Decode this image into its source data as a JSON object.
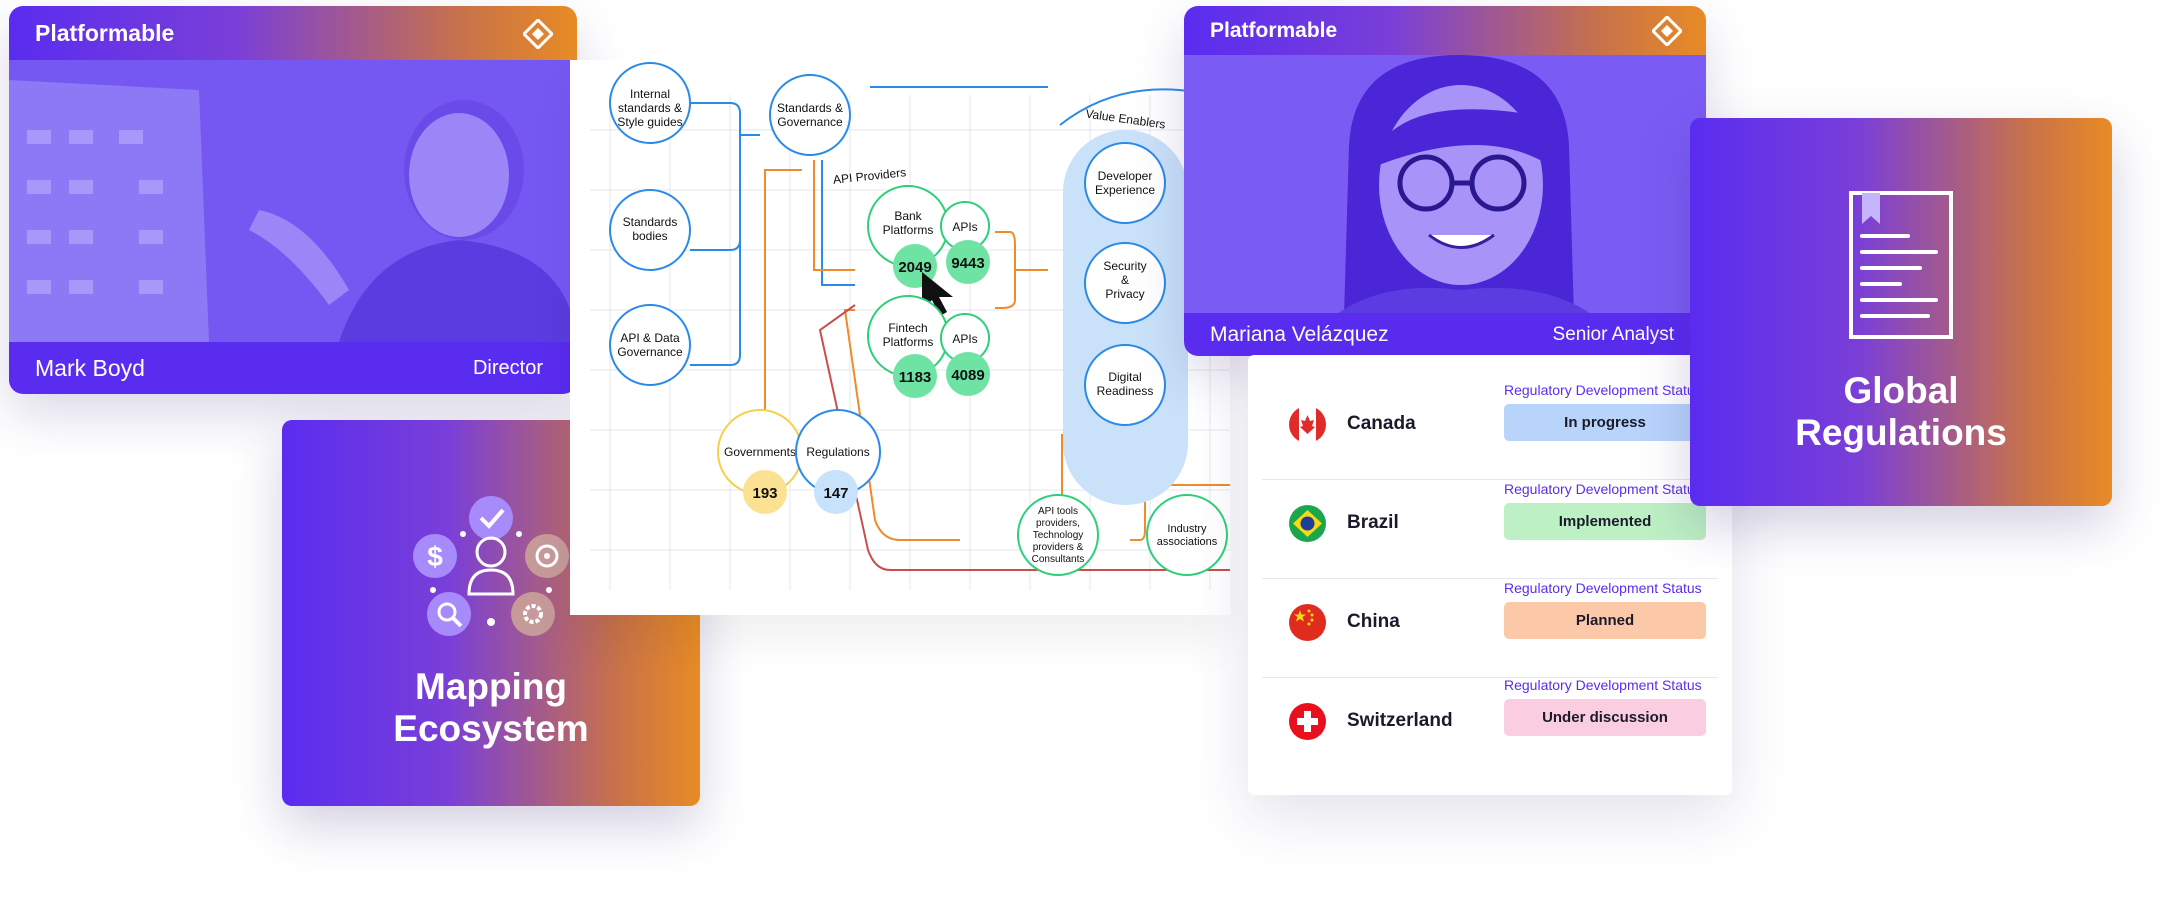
{
  "brand": "Platformable",
  "video_left": {
    "name": "Mark Boyd",
    "role": "Director"
  },
  "video_right": {
    "name": "Mariana Velázquez",
    "role": "Senior Analyst"
  },
  "tile_mapping": {
    "line1": "Mapping",
    "line2": "Ecosystem"
  },
  "tile_regulations": {
    "line1": "Global",
    "line2": "Regulations"
  },
  "diagram": {
    "left_nodes": [
      {
        "label": [
          "Internal",
          "standards &",
          "Style guides"
        ]
      },
      {
        "label": [
          "Standards",
          "bodies"
        ]
      },
      {
        "label": [
          "API & Data",
          "Governance"
        ]
      }
    ],
    "standards_gov": [
      "Standards &",
      "Governance"
    ],
    "api_providers_title": "API Providers",
    "bank": {
      "label": [
        "Bank",
        "Platforms"
      ],
      "count": "2049",
      "apis_label": "APIs",
      "apis_count": "9443"
    },
    "fintech": {
      "label": [
        "Fintech",
        "Platforms"
      ],
      "count": "1183",
      "apis_label": "APIs",
      "apis_count": "4089"
    },
    "governments": {
      "label": "Governments",
      "count": "193"
    },
    "regulations": {
      "label": "Regulations",
      "count": "147"
    },
    "value_enablers_title": "Value Enablers",
    "enablers": [
      {
        "label": [
          "Developer",
          "Experience"
        ]
      },
      {
        "label": [
          "Security",
          "&",
          "Privacy"
        ]
      },
      {
        "label": [
          "Digital",
          "Readiness"
        ]
      }
    ],
    "api_tools": [
      "API tools",
      "providers,",
      "Technology",
      "providers &",
      "Consultants"
    ],
    "industry": [
      "Industry",
      "associations"
    ]
  },
  "regulations_table": {
    "status_label": "Regulatory Development Status",
    "rows": [
      {
        "country": "Canada",
        "status": "In progress",
        "color": "#b8d4fb"
      },
      {
        "country": "Brazil",
        "status": "Implemented",
        "color": "#bdf0c4"
      },
      {
        "country": "China",
        "status": "Planned",
        "color": "#fcc9a8"
      },
      {
        "country": "Switzerland",
        "status": "Under discussion",
        "color": "#fbcde0"
      }
    ]
  },
  "colors": {
    "brand_purple": "#5a2cf0",
    "brand_orange": "#e88b25",
    "blue": "#2a8ae8",
    "green": "#2fcf7a",
    "orange_line": "#f08a2a",
    "red_line": "#c94f4f"
  }
}
